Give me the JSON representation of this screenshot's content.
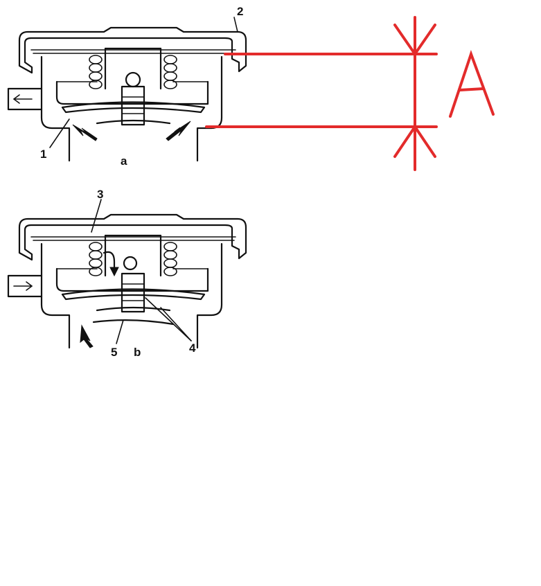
{
  "figure_a": {
    "panel_label": "a",
    "callouts": {
      "c1": "1",
      "c2": "2"
    }
  },
  "figure_b": {
    "panel_label": "b",
    "callouts": {
      "c3": "3",
      "c4": "4",
      "c5": "5"
    }
  },
  "annotation": {
    "dimension_letter": "A",
    "color": "#e32b2b"
  },
  "ink_color": "#111111"
}
